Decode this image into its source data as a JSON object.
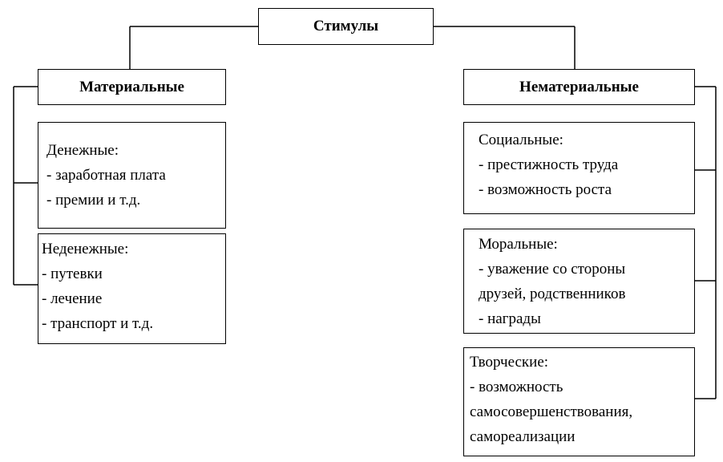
{
  "root": {
    "title": "Стимулы"
  },
  "material": {
    "title": "Материальные",
    "groups": [
      {
        "heading": "Денежные:",
        "items": [
          "- заработная плата",
          "- премии и т.д."
        ]
      },
      {
        "heading": "Неденежные:",
        "items": [
          "- путевки",
          "- лечение",
          "- транспорт и т.д."
        ]
      }
    ]
  },
  "nonmaterial": {
    "title": "Нематериальные",
    "groups": [
      {
        "heading": "Социальные:",
        "items": [
          "- престижность труда",
          "- возможность роста"
        ]
      },
      {
        "heading": "Моральные:",
        "items": [
          "- уважение со стороны",
          "друзей, родственников",
          "- награды"
        ]
      },
      {
        "heading": "Творческие:",
        "items": [
          "- возможность",
          "самосовершенствования,",
          "самореализации"
        ]
      }
    ]
  }
}
